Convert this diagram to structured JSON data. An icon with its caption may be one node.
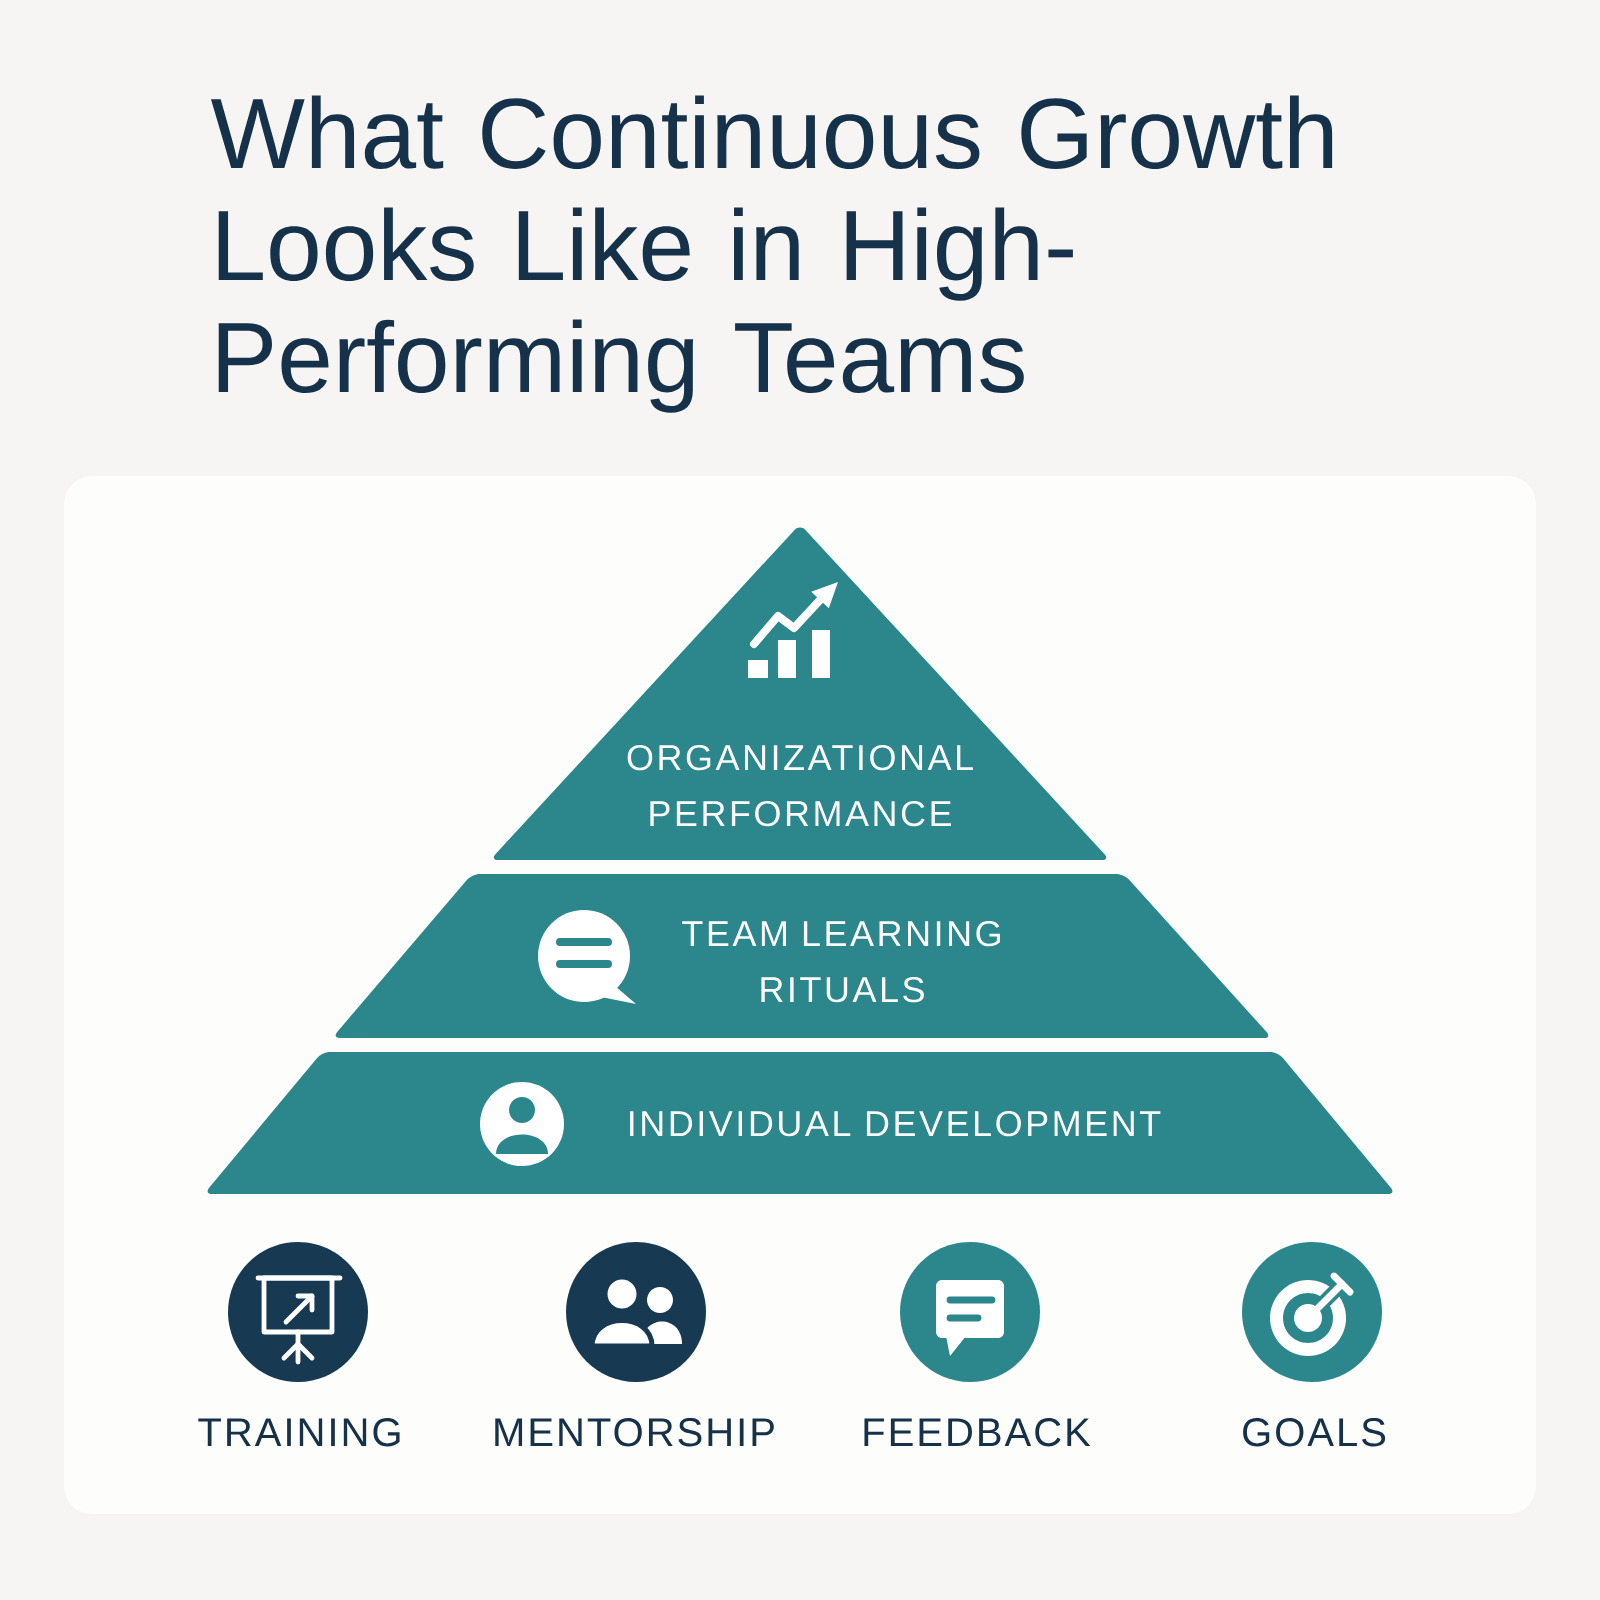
{
  "diagram": {
    "title": "What Continuous Growth Looks Like in High-Performing Teams",
    "nodes": [
      {
        "text": [
          "ORGANIZATIONAL PERFORMANCE"
        ]
      },
      {
        "text": [
          "TEAM LEARNING RITUALS"
        ]
      },
      {
        "text": [
          "INDIVIDUAL DEVELOPMENT"
        ]
      },
      {
        "text": [
          "TRAINING"
        ]
      },
      {
        "text": [
          "MENTORSHIP"
        ]
      },
      {
        "text": [
          "FEEDBACK"
        ]
      },
      {
        "text": [
          "GOALS"
        ]
      }
    ]
  }
}
